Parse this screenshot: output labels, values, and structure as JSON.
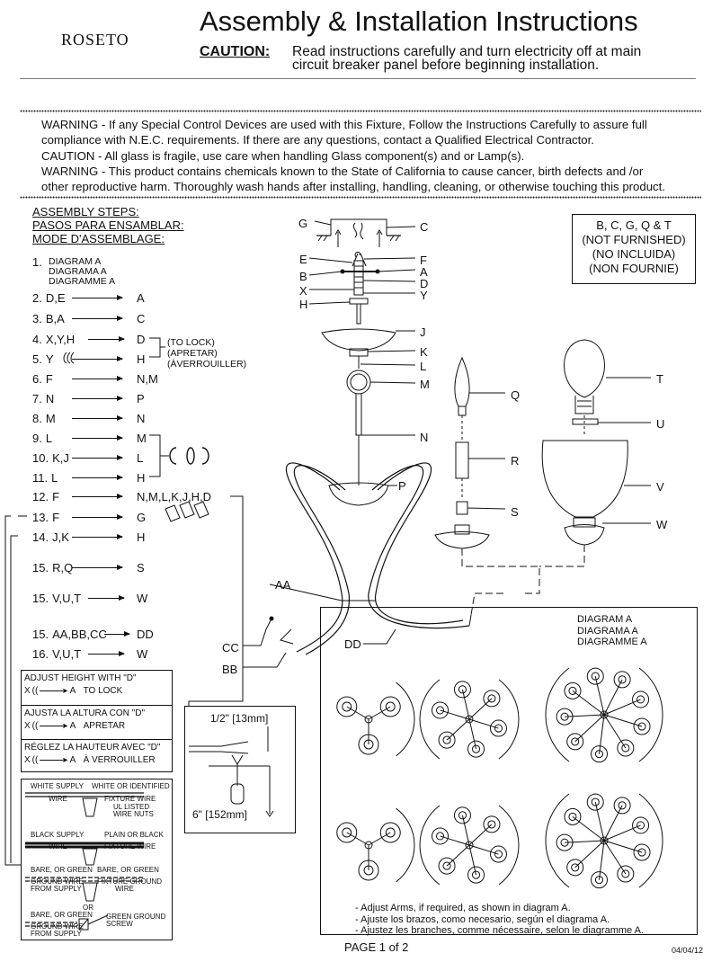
{
  "header": {
    "brand": "ROSETO",
    "title": "Assembly & Installation Instructions",
    "caution_label": "CAUTION:",
    "caution_line1": "Read instructions carefully and turn electricity off at main",
    "caution_line2": "circuit breaker panel before beginning installation."
  },
  "warnings": [
    "WARNING - If any Special Control Devices are used with this Fixture, Follow the Instructions Carefully to assure full",
    "compliance with N.E.C. requirements. If there are any questions, contact a Qualified Electrical Contractor.",
    "CAUTION - All glass is fragile, use care when handling Glass component(s) and or Lamp(s).",
    "WARNING - This product contains chemicals known to the State of California to cause cancer, birth defects and /or",
    "other reproductive harm.  Thoroughly wash hands after installing, handling, cleaning, or otherwise touching this product."
  ],
  "steps_heading": [
    "ASSEMBLY STEPS:",
    "PASOS PARA ENSAMBLAR:",
    "MODE D'ASSEMBLAGE:"
  ],
  "step1": {
    "num": "1.",
    "lines": [
      "DIAGRAM A",
      "DIAGRAMA A",
      "DIAGRAMME A"
    ]
  },
  "steps": [
    {
      "num": "2.",
      "src": "D,E",
      "tgt": "A"
    },
    {
      "num": "3.",
      "src": "B,A",
      "tgt": "C"
    },
    {
      "num": "4.",
      "src": "X,Y,H",
      "tgt": "D"
    },
    {
      "num": "5.",
      "src": "Y",
      "tgt": "H"
    },
    {
      "num": "6.",
      "src": "F",
      "tgt": "N,M"
    },
    {
      "num": "7.",
      "src": "N",
      "tgt": "P"
    },
    {
      "num": "8.",
      "src": "M",
      "tgt": "N"
    },
    {
      "num": "9.",
      "src": "L",
      "tgt": "M"
    },
    {
      "num": "10.",
      "src": "K,J",
      "tgt": "L"
    },
    {
      "num": "11.",
      "src": "L",
      "tgt": "H"
    },
    {
      "num": "12.",
      "src": "F",
      "tgt": "N,M,L,K,J,H,D"
    },
    {
      "num": "13.",
      "src": "F",
      "tgt": "G"
    },
    {
      "num": "14.",
      "src": "J,K",
      "tgt": "H"
    },
    {
      "num": "15.",
      "src": "R,Q",
      "tgt": "S"
    },
    {
      "num": "15.",
      "src": "V,U,T",
      "tgt": "W"
    },
    {
      "num": "15.",
      "src": "AA,BB,CC",
      "tgt": "DD"
    },
    {
      "num": "16.",
      "src": "V,U,T",
      "tgt": "W"
    }
  ],
  "lock_note": [
    "(TO LOCK)",
    "(APRETAR)",
    "(ÀVERROUILLER)"
  ],
  "adjust_box": [
    {
      "title": "ADJUST HEIGHT WITH \"D\"",
      "x": "X",
      "a": "A",
      "action": "TO LOCK"
    },
    {
      "title": "AJUSTA LA ALTURA CON \"D\"",
      "x": "X",
      "a": "A",
      "action": "APRETAR"
    },
    {
      "title": "RÉGLEZ LA HAUTEUR AVEC \"D\"",
      "x": "X",
      "a": "A",
      "action": "À VERROUILLER"
    }
  ],
  "wiring": {
    "white_supply": "WHITE SUPPLY",
    "wire1": "WIRE",
    "white_identified": "WHITE OR IDENTIFIED",
    "fixture_wire1": "FIXTURE WIRE",
    "ul_listed": "UL LISTED",
    "wire_nuts": "WIRE NUTS",
    "black_supply": "BLACK SUPPLY",
    "wire2": "WIRE",
    "plain_black": "PLAIN OR BLACK",
    "fixture_wire2": "FIXTURE WIRE",
    "bare_green1": "BARE, OR GREEN",
    "ground_wire1": "GROUND WIRE",
    "from_supply1": "FROM SUPPLY",
    "bare_green2": "BARE, OR GREEN",
    "fixture_ground": "FIXTURE GROUND",
    "wire3": "WIRE",
    "or": "OR",
    "bare_green3": "BARE, OR GREEN",
    "ground_wire2": "GROUND WIRE",
    "from_supply2": "FROM SUPPLY",
    "green_ground": "GREEN GROUND",
    "screw": "SCREW"
  },
  "strip": {
    "top": "1/2\" [13mm]",
    "bottom": "6\" [152mm]"
  },
  "not_furnished": [
    "B, C, G, Q & T",
    "(NOT FURNISHED)",
    "(NO INCLUIDA)",
    "(NON FOURNIE)"
  ],
  "part_labels": {
    "G": "G",
    "C": "C",
    "E": "E",
    "F": "F",
    "B": "B",
    "A": "A",
    "X": "X",
    "D": "D",
    "Y": "Y",
    "H": "H",
    "J": "J",
    "K": "K",
    "L": "L",
    "M": "M",
    "N": "N",
    "P": "P",
    "Q": "Q",
    "R": "R",
    "S": "S",
    "T": "T",
    "U": "U",
    "V": "V",
    "W": "W",
    "AA": "AA",
    "CC": "CC",
    "BB": "BB",
    "DD": "DD"
  },
  "diagram_a": [
    "DIAGRAM A",
    "DIAGRAMA A",
    "DIAGRAMME A"
  ],
  "arm_notes": [
    "- Adjust Arms, if required, as shown in diagram A.",
    "- Ajuste los brazos, como necesario, según el diagrama A.",
    "- Ajustez les branches, comme nécessaire, selon le diagramme A."
  ],
  "footer": {
    "page": "PAGE 1 of 2",
    "date": "04/04/12"
  }
}
